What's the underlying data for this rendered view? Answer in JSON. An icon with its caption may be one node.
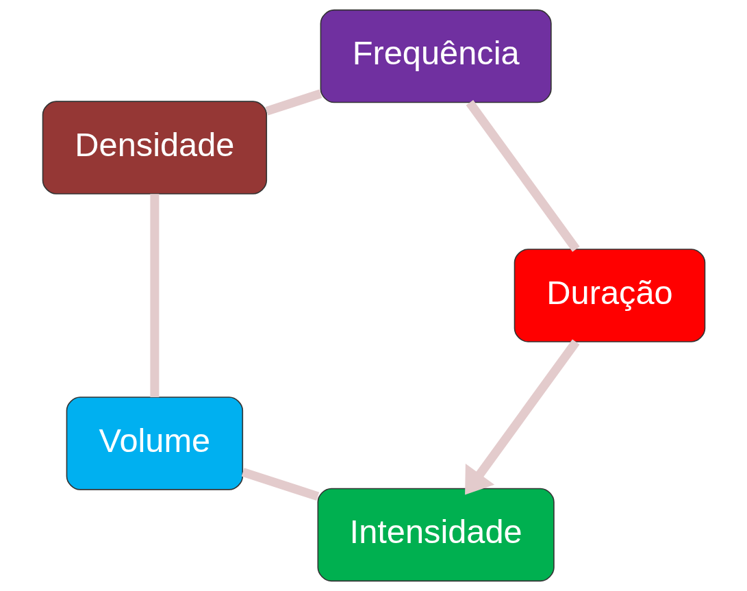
{
  "diagram": {
    "nodes": [
      {
        "text": [
          "Intensidade"
        ]
      },
      {
        "text": [
          "Volume"
        ]
      },
      {
        "text": [
          "Densidade"
        ]
      },
      {
        "text": [
          "Frequência"
        ]
      },
      {
        "text": [
          "Duração"
        ]
      }
    ],
    "edges": [
      {
        "from": 0,
        "to": 1,
        "arrow": "none"
      },
      {
        "from": 1,
        "to": 2,
        "arrow": "none"
      },
      {
        "from": 2,
        "to": 3,
        "arrow": "none"
      },
      {
        "from": 3,
        "to": 4,
        "arrow": "none"
      },
      {
        "from": 4,
        "to": 0,
        "arrow": "to"
      }
    ]
  }
}
